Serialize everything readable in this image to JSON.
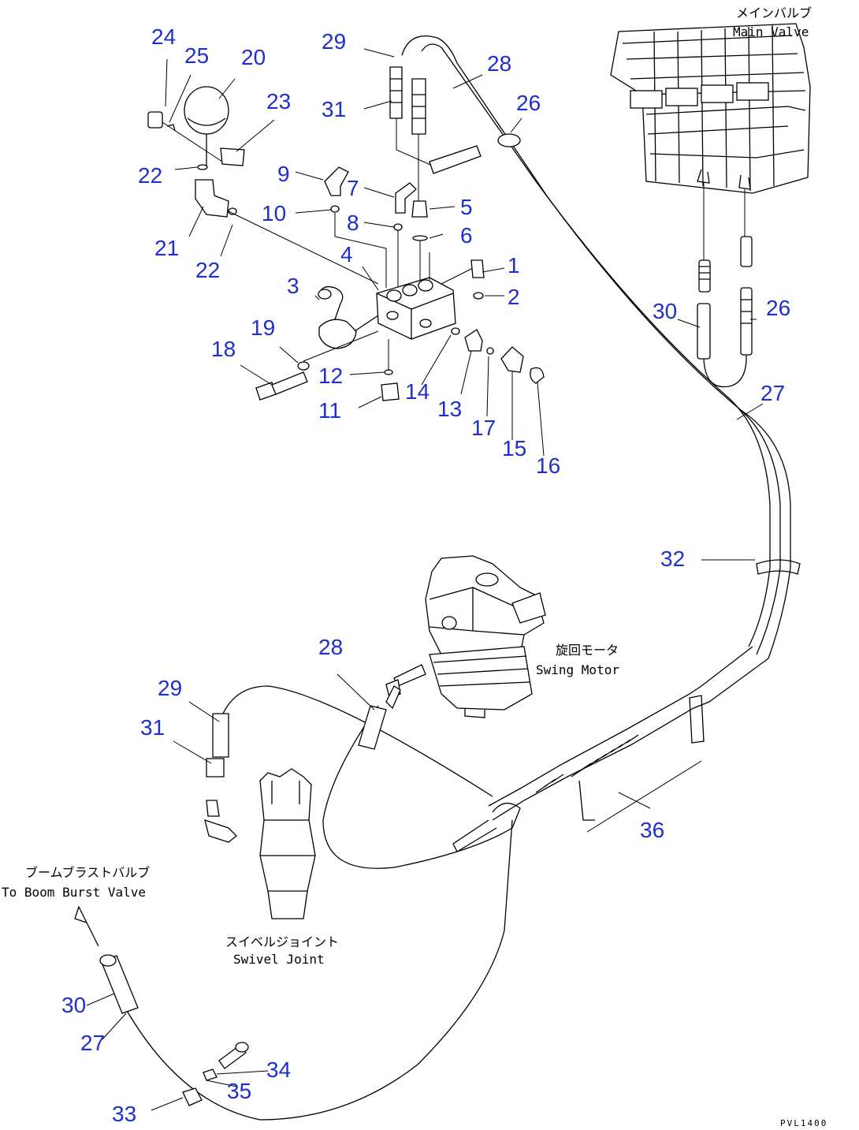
{
  "labels": {
    "main_valve_jp": "メインバルブ",
    "main_valve_en": "Main Valve",
    "swing_motor_jp": "旋回モータ",
    "swing_motor_en": "Swing Motor",
    "swivel_joint_jp": "スイベルジョイント",
    "swivel_joint_en": "Swivel Joint",
    "boom_valve_jp": "ブームブラストバルブ",
    "boom_valve_en": "To Boom Burst Valve",
    "drawing_code": "PVL1400"
  },
  "callouts": [
    {
      "id": "24",
      "text": "24"
    },
    {
      "id": "25",
      "text": "25"
    },
    {
      "id": "20",
      "text": "20"
    },
    {
      "id": "23",
      "text": "23"
    },
    {
      "id": "22a",
      "text": "22"
    },
    {
      "id": "21",
      "text": "21"
    },
    {
      "id": "22b",
      "text": "22"
    },
    {
      "id": "29a",
      "text": "29"
    },
    {
      "id": "31a",
      "text": "31"
    },
    {
      "id": "28a",
      "text": "28"
    },
    {
      "id": "26a",
      "text": "26"
    },
    {
      "id": "9",
      "text": "9"
    },
    {
      "id": "7",
      "text": "7"
    },
    {
      "id": "10",
      "text": "10"
    },
    {
      "id": "8",
      "text": "8"
    },
    {
      "id": "5",
      "text": "5"
    },
    {
      "id": "6",
      "text": "6"
    },
    {
      "id": "4",
      "text": "4"
    },
    {
      "id": "1",
      "text": "1"
    },
    {
      "id": "2",
      "text": "2"
    },
    {
      "id": "3",
      "text": "3"
    },
    {
      "id": "19",
      "text": "19"
    },
    {
      "id": "18",
      "text": "18"
    },
    {
      "id": "12",
      "text": "12"
    },
    {
      "id": "11",
      "text": "11"
    },
    {
      "id": "14",
      "text": "14"
    },
    {
      "id": "13",
      "text": "13"
    },
    {
      "id": "17",
      "text": "17"
    },
    {
      "id": "15",
      "text": "15"
    },
    {
      "id": "16",
      "text": "16"
    },
    {
      "id": "30a",
      "text": "30"
    },
    {
      "id": "26b",
      "text": "26"
    },
    {
      "id": "27a",
      "text": "27"
    },
    {
      "id": "32",
      "text": "32"
    },
    {
      "id": "28b",
      "text": "28"
    },
    {
      "id": "29b",
      "text": "29"
    },
    {
      "id": "31b",
      "text": "31"
    },
    {
      "id": "36",
      "text": "36"
    },
    {
      "id": "30b",
      "text": "30"
    },
    {
      "id": "27b",
      "text": "27"
    },
    {
      "id": "34",
      "text": "34"
    },
    {
      "id": "35",
      "text": "35"
    },
    {
      "id": "33",
      "text": "33"
    }
  ]
}
